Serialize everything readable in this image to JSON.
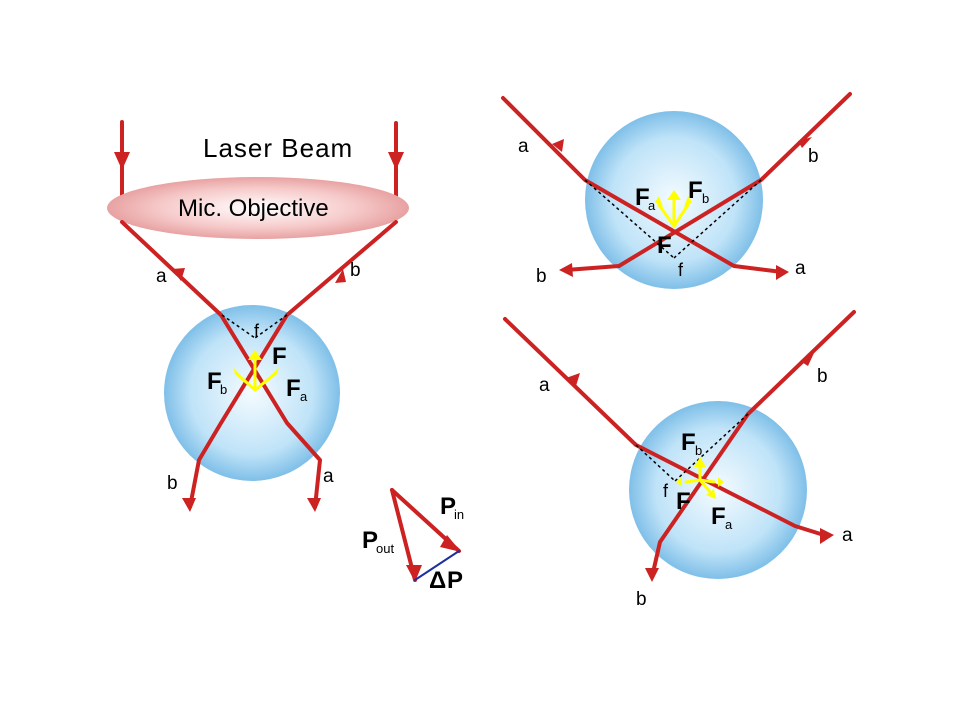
{
  "colors": {
    "ray": "#cc2222",
    "force": "#ffff00",
    "sphere_center": "#f4fbff",
    "sphere_edge": "#7fbfe8",
    "lens_center": "#ffffff",
    "lens_edge": "#e8a2a2",
    "delta_p": "#1f2fa0",
    "dash": "#000000"
  },
  "texts": {
    "laser_beam": "Laser Beam",
    "objective": "Mic. Objective",
    "a": "a",
    "b": "b",
    "f": "f",
    "F": "F",
    "sub_a": "a",
    "sub_b": "b",
    "P": "P",
    "in": "in",
    "out": "out",
    "delta": "Δ"
  }
}
